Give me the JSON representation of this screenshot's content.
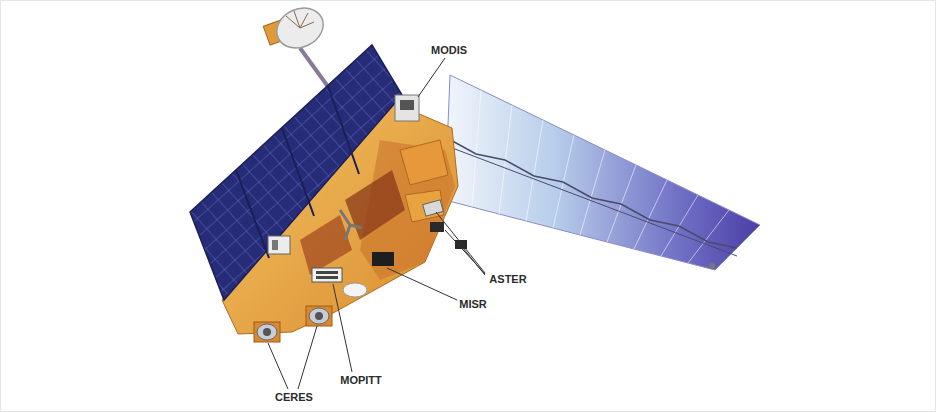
{
  "diagram": {
    "labels": [
      "MODIS",
      "ASTER",
      "MISR",
      "MOPITT",
      "CERES"
    ]
  }
}
